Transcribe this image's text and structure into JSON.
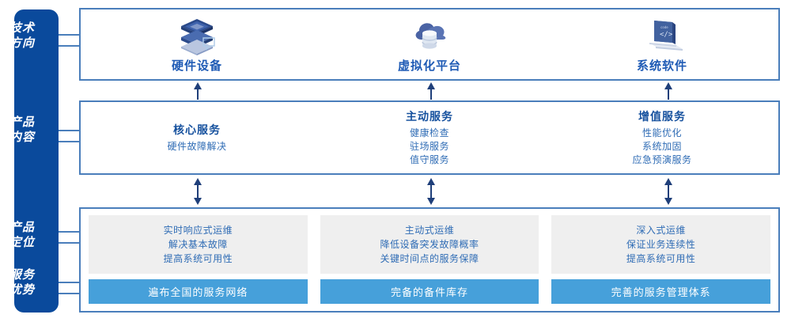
{
  "rail": {
    "items": [
      {
        "name": "tech-direction",
        "lines": [
          "技术",
          "方向"
        ]
      },
      {
        "name": "product-content",
        "lines": [
          "产品",
          "内容"
        ]
      },
      {
        "name": "product-position",
        "lines": [
          "产品",
          "定位"
        ]
      },
      {
        "name": "service-advantage",
        "lines": [
          "服务",
          "优势"
        ]
      }
    ]
  },
  "tech": {
    "columns": [
      {
        "icon": "server-stack-icon",
        "label": "硬件设备"
      },
      {
        "icon": "cloud-database-icon",
        "label": "虚拟化平台"
      },
      {
        "icon": "laptop-code-icon",
        "label": "系统软件"
      }
    ]
  },
  "content": {
    "columns": [
      {
        "title": "核心服务",
        "items": [
          "硬件故障解决"
        ]
      },
      {
        "title": "主动服务",
        "items": [
          "健康检查",
          "驻场服务",
          "值守服务"
        ]
      },
      {
        "title": "增值服务",
        "items": [
          "性能优化",
          "系统加固",
          "应急预演服务"
        ]
      }
    ]
  },
  "position": {
    "columns": [
      {
        "lines": [
          "实时响应式运维",
          "解决基本故障",
          "提高系统可用性"
        ],
        "advantage": "遍布全国的服务网络"
      },
      {
        "lines": [
          "主动式运维",
          "降低设备突发故障概率",
          "关键时间点的服务保障"
        ],
        "advantage": "完备的备件库存"
      },
      {
        "lines": [
          "深入式运维",
          "保证业务连续性",
          "提高系统可用性"
        ],
        "advantage": "完善的服务管理体系"
      }
    ]
  },
  "colors": {
    "rail_blue": "#0a4a9c",
    "border_blue": "#4a7ebb",
    "title_blue": "#16519e",
    "text_blue": "#2f6cb5",
    "bar_blue": "#46a0da",
    "box_gray": "#efefef",
    "arrow_navy": "#1f3f7a"
  }
}
